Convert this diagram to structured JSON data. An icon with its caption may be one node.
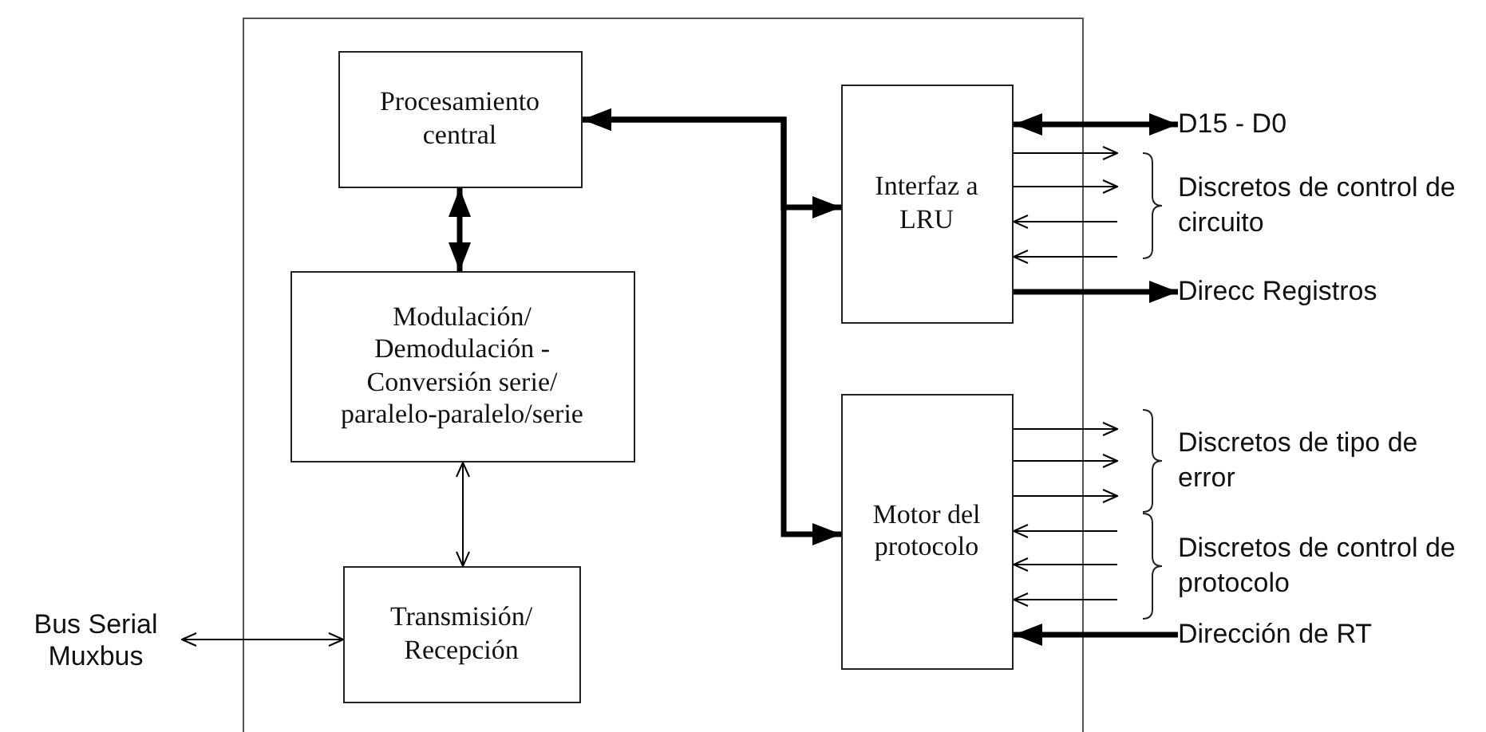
{
  "diagram": {
    "nodes": [
      {
        "text": [],
        "shape": "box"
      },
      {
        "text": [
          "Procesamiento central"
        ],
        "in": 0
      },
      {
        "text": [
          "Modulación/ Demodulación - Conversión serie/ paralelo-paralelo/serie"
        ],
        "in": 0
      },
      {
        "text": [
          "Transmisión/ Recepción"
        ],
        "in": 0
      },
      {
        "text": [
          "Interfaz a LRU"
        ],
        "in": 0
      },
      {
        "text": [
          "Motor del protocolo"
        ],
        "in": 0
      },
      {
        "text": [
          "Bus Serial Muxbus"
        ]
      },
      {
        "text": [
          "D15 - D0"
        ]
      },
      {
        "text": [
          "Direcc Registros"
        ]
      },
      {
        "text": [
          "Dirección de RT"
        ]
      },
      {
        "text": [
          "Discretos de control de circuito"
        ]
      },
      {
        "text": [
          "Discretos de tipo de error"
        ]
      },
      {
        "text": [
          "Discretos de control de protocolo"
        ]
      }
    ],
    "edges": [
      {
        "from": 1,
        "to": 2,
        "arrow": "both",
        "style": "thick"
      },
      {
        "from": 2,
        "to": 3,
        "arrow": "both"
      },
      {
        "from": 6,
        "to": 3,
        "arrow": "both"
      },
      {
        "from": 1,
        "to": 4,
        "arrow": "both",
        "style": "thick"
      },
      {
        "from": 1,
        "to": 5,
        "arrow": "both",
        "style": "thick"
      },
      {
        "from": 4,
        "to": 7,
        "arrow": "both",
        "style": "thick"
      },
      {
        "from": 4,
        "to": 8,
        "arrow": "to",
        "style": "thick"
      },
      {
        "from": 9,
        "to": 5,
        "arrow": "to",
        "style": "thick"
      },
      {
        "from": 4,
        "to": 10,
        "arrow": "to"
      },
      {
        "from": 4,
        "to": 10,
        "arrow": "to"
      },
      {
        "from": 10,
        "to": 4,
        "arrow": "to"
      },
      {
        "from": 10,
        "to": 4,
        "arrow": "to"
      },
      {
        "from": 5,
        "to": 11,
        "arrow": "to"
      },
      {
        "from": 5,
        "to": 11,
        "arrow": "to"
      },
      {
        "from": 5,
        "to": 11,
        "arrow": "to"
      },
      {
        "from": 12,
        "to": 5,
        "arrow": "to"
      },
      {
        "from": 12,
        "to": 5,
        "arrow": "to"
      },
      {
        "from": 12,
        "to": 5,
        "arrow": "to"
      }
    ]
  }
}
